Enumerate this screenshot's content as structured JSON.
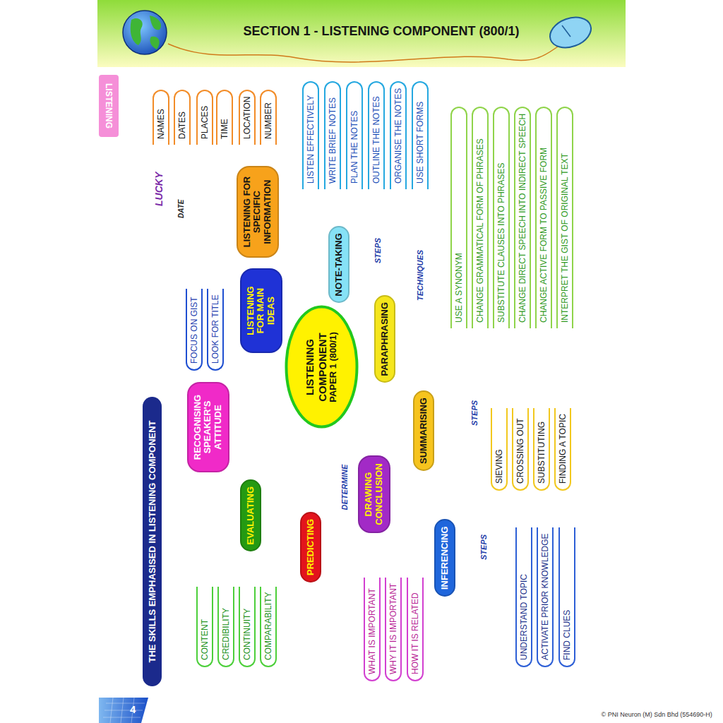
{
  "diagram": {
    "title": "SECTION 1 - LISTENING COMPONENT (800/1)",
    "nodes": [
      {
        "text": [
          "THE SKILLS EMPHASISED IN LISTENING COMPONENT"
        ]
      },
      {
        "text": [
          "LISTENING COMPONENT",
          "PAPER 1 (800/1)"
        ]
      },
      {
        "text": [
          "LISTENING FOR SPECIFIC INFORMATION"
        ]
      },
      {
        "text": [
          "NAMES"
        ]
      },
      {
        "text": [
          "DATES"
        ]
      },
      {
        "text": [
          "PLACES"
        ]
      },
      {
        "text": [
          "TIME"
        ]
      },
      {
        "text": [
          "LOCATION"
        ]
      },
      {
        "text": [
          "NUMBER"
        ]
      },
      {
        "text": [
          "LISTENING FOR MAIN IDEAS"
        ]
      },
      {
        "text": [
          "FOCUS ON GIST"
        ]
      },
      {
        "text": [
          "LOOK FOR TITLE"
        ]
      },
      {
        "text": [
          "NOTE-TAKING"
        ]
      },
      {
        "text": [
          "LISTEN EFFECTIVELY"
        ]
      },
      {
        "text": [
          "WRITE BRIEF NOTES"
        ]
      },
      {
        "text": [
          "PLAN THE NOTES"
        ]
      },
      {
        "text": [
          "OUTLINE THE NOTES"
        ]
      },
      {
        "text": [
          "ORGANISE THE NOTES"
        ]
      },
      {
        "text": [
          "USE SHORT FORMS"
        ]
      },
      {
        "text": [
          "PARAPHRASING"
        ]
      },
      {
        "text": [
          "USE A SYNONYM"
        ]
      },
      {
        "text": [
          "CHANGE GRAMMATICAL FORM OF PHRASES"
        ]
      },
      {
        "text": [
          "SUBSTITUTE CLAUSES INTO PHRASES"
        ]
      },
      {
        "text": [
          "CHANGE DIRECT SPEECH INTO INDIRECT SPEECH"
        ]
      },
      {
        "text": [
          "CHANGE ACTIVE FORM TO PASSIVE FORM"
        ]
      },
      {
        "text": [
          "INTERPRET THE GIST OF ORIGINAL TEXT"
        ]
      },
      {
        "text": [
          "SUMMARISING"
        ]
      },
      {
        "text": [
          "SIEVING"
        ]
      },
      {
        "text": [
          "CROSSING OUT"
        ]
      },
      {
        "text": [
          "SUBSTITUTING"
        ]
      },
      {
        "text": [
          "FINDING A TOPIC"
        ]
      },
      {
        "text": [
          "INFERENCING"
        ]
      },
      {
        "text": [
          "UNDERSTAND TOPIC"
        ]
      },
      {
        "text": [
          "ACTIVATE PRIOR KNOWLEDGE"
        ]
      },
      {
        "text": [
          "FIND CLUES"
        ]
      },
      {
        "text": [
          "DRAWING CONCLUSION"
        ]
      },
      {
        "text": [
          "WHAT IS IMPORTANT"
        ]
      },
      {
        "text": [
          "WHY IT IS IMPORTANT"
        ]
      },
      {
        "text": [
          "HOW IT IS RELATED"
        ]
      },
      {
        "text": [
          "PREDICTING"
        ]
      },
      {
        "text": [
          "EVALUATING"
        ]
      },
      {
        "text": [
          "CONTENT"
        ]
      },
      {
        "text": [
          "CREDIBILITY"
        ]
      },
      {
        "text": [
          "CONTINUITY"
        ]
      },
      {
        "text": [
          "COMPARABILITY"
        ]
      },
      {
        "text": [
          "RECOGNISING SPEAKER'S ATTITUDE"
        ]
      }
    ],
    "edges": [
      {
        "from": 1,
        "to": 2,
        "arrow": "none"
      },
      {
        "from": 1,
        "to": 9,
        "arrow": "none"
      },
      {
        "from": 1,
        "to": 12,
        "arrow": "none"
      },
      {
        "from": 1,
        "to": 19,
        "arrow": "none"
      },
      {
        "from": 1,
        "to": 26,
        "arrow": "none"
      },
      {
        "from": 1,
        "to": 31,
        "arrow": "none"
      },
      {
        "from": 1,
        "to": 35,
        "arrow": "none"
      },
      {
        "from": 1,
        "to": 39,
        "arrow": "none"
      },
      {
        "from": 1,
        "to": 40,
        "arrow": "none"
      },
      {
        "from": 1,
        "to": 45,
        "arrow": "none"
      },
      {
        "from": 2,
        "to": 3,
        "arrow": "none"
      },
      {
        "from": 2,
        "to": 4,
        "arrow": "none"
      },
      {
        "from": 2,
        "to": 5,
        "arrow": "none"
      },
      {
        "from": 2,
        "to": 6,
        "arrow": "none"
      },
      {
        "from": 2,
        "to": 7,
        "arrow": "none"
      },
      {
        "from": 2,
        "to": 8,
        "arrow": "none"
      },
      {
        "from": 9,
        "to": 10,
        "arrow": "none"
      },
      {
        "from": 9,
        "to": 11,
        "arrow": "none"
      },
      {
        "from": 12,
        "to": 13,
        "label": "STEPS",
        "arrow": "none"
      },
      {
        "from": 12,
        "to": 14,
        "arrow": "none"
      },
      {
        "from": 12,
        "to": 15,
        "arrow": "none"
      },
      {
        "from": 12,
        "to": 16,
        "arrow": "none"
      },
      {
        "from": 12,
        "to": 17,
        "arrow": "none"
      },
      {
        "from": 12,
        "to": 18,
        "arrow": "none"
      },
      {
        "from": 19,
        "to": 20,
        "label": "TECHNIQUES",
        "arrow": "none"
      },
      {
        "from": 19,
        "to": 21,
        "arrow": "none"
      },
      {
        "from": 19,
        "to": 22,
        "arrow": "none"
      },
      {
        "from": 19,
        "to": 23,
        "arrow": "none"
      },
      {
        "from": 19,
        "to": 24,
        "arrow": "none"
      },
      {
        "from": 19,
        "to": 25,
        "arrow": "none"
      },
      {
        "from": 26,
        "to": 27,
        "label": "STEPS",
        "arrow": "none"
      },
      {
        "from": 26,
        "to": 28,
        "arrow": "none"
      },
      {
        "from": 26,
        "to": 29,
        "arrow": "none"
      },
      {
        "from": 26,
        "to": 30,
        "arrow": "none"
      },
      {
        "from": 31,
        "to": 32,
        "label": "STEPS",
        "arrow": "none"
      },
      {
        "from": 31,
        "to": 33,
        "arrow": "none"
      },
      {
        "from": 31,
        "to": 34,
        "arrow": "none"
      },
      {
        "from": 35,
        "to": 36,
        "label": "DETERMINE",
        "arrow": "none"
      },
      {
        "from": 35,
        "to": 37,
        "arrow": "none"
      },
      {
        "from": 35,
        "to": 38,
        "arrow": "none"
      },
      {
        "from": 40,
        "to": 41,
        "arrow": "none"
      },
      {
        "from": 40,
        "to": 42,
        "arrow": "none"
      },
      {
        "from": 40,
        "to": 43,
        "arrow": "none"
      },
      {
        "from": 40,
        "to": 44,
        "arrow": "none"
      }
    ],
    "labels": [
      "LISTENING",
      "LUCKY",
      "DATE",
      "4",
      "© PNI Neuron (M) Sdn Bhd (554690-H)"
    ]
  }
}
